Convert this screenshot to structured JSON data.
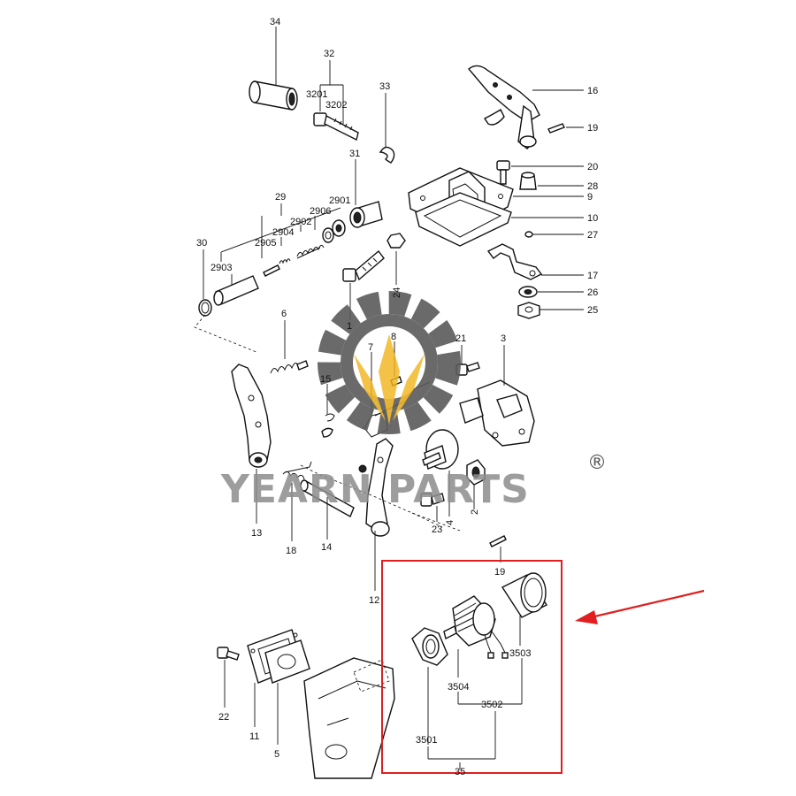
{
  "diagram": {
    "callouts": {
      "c34": "34",
      "c32": "32",
      "c3201": "3201",
      "c3202": "3202",
      "c33": "33",
      "c31": "31",
      "c29": "29",
      "c2901": "2901",
      "c2906": "2906",
      "c2902": "2902",
      "c2904": "2904",
      "c2905": "2905",
      "c2903": "2903",
      "c30": "30",
      "c24": "24",
      "c1": "1",
      "c6": "6",
      "c16": "16",
      "c19a": "19",
      "c20": "20",
      "c28": "28",
      "c9": "9",
      "c10": "10",
      "c27": "27",
      "c17": "17",
      "c26": "26",
      "c25": "25",
      "c8": "8",
      "c7": "7",
      "c21": "21",
      "c3": "3",
      "c15": "15",
      "c13": "13",
      "c18": "18",
      "c14": "14",
      "c12": "12",
      "c23": "23",
      "c4": "4",
      "c2": "2",
      "c19b": "19",
      "c3503": "3503",
      "c3504": "3504",
      "c3502": "3502",
      "c3501": "3501",
      "c35": "35",
      "c22": "22",
      "c11": "11",
      "c5": "5"
    },
    "highlight_color": "#e02020",
    "arrow_color": "#e02020"
  },
  "watermark": {
    "brand": "YEARN PARTS",
    "registered": "®",
    "gear_color": "#5a5a5a",
    "accent_color": "#f2b51c"
  }
}
